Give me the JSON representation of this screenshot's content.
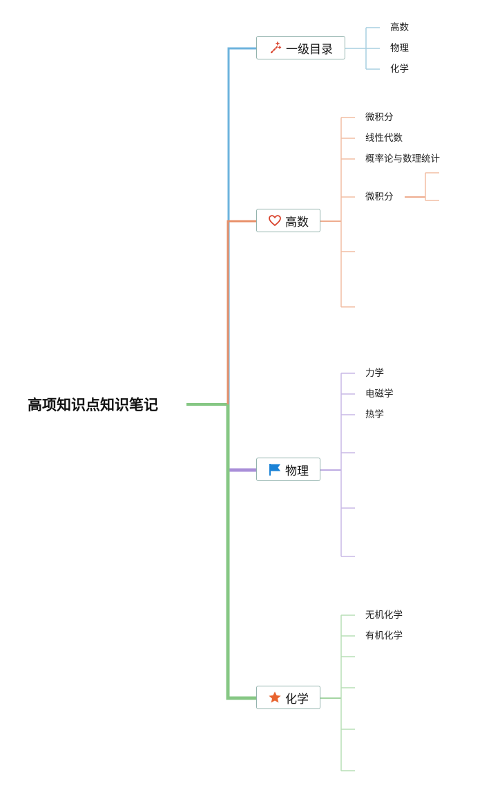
{
  "root": {
    "title": "高项知识点知识笔记"
  },
  "branches": {
    "toc": {
      "label": "一级目录",
      "icon": "magic-wand-icon",
      "color": "#6db3dd",
      "children": [
        "高数",
        "物理",
        "化学"
      ]
    },
    "math": {
      "label": "高数",
      "icon": "heart-icon",
      "color": "#e8906a",
      "children": [
        "微积分",
        "线性代数",
        "概率论与数理统计",
        "微积分"
      ]
    },
    "physics": {
      "label": "物理",
      "icon": "flag-icon",
      "color": "#a98fd8",
      "children": [
        "力学",
        "电磁学",
        "热学"
      ]
    },
    "chemistry": {
      "label": "化学",
      "icon": "star-icon",
      "color": "#86c784",
      "children": [
        "无机化学",
        "有机化学"
      ]
    }
  },
  "colors": {
    "node_border": "#93b3ad",
    "wand_icon": "#d9442e",
    "heart_icon": "#d9442e",
    "flag_icon": "#1a82d6",
    "star_icon": "#e8632e"
  }
}
